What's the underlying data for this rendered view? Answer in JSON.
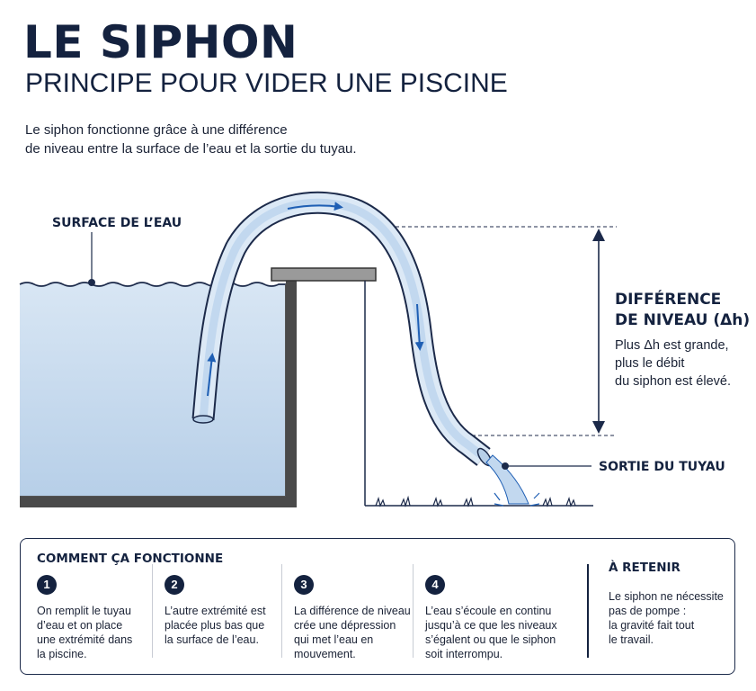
{
  "header": {
    "title": "LE SIPHON",
    "subtitle": "PRINCIPE POUR VIDER UNE PISCINE",
    "intro_lines": [
      "Le siphon fonctionne grâce à une différence",
      "de niveau entre la surface de l’eau et la sortie du tuyau."
    ]
  },
  "diagram": {
    "surface_label": "SURFACE DE L’EAU",
    "outlet_label": "SORTIE DU TUYAU",
    "difference": {
      "title_lines": [
        "DIFFÉRENCE",
        "DE NIVEAU (Δh)"
      ],
      "desc_lines": [
        "Plus Δh est grande,",
        "plus le débit",
        "du siphon est élevé."
      ]
    },
    "colors": {
      "water": "#c6d9ee",
      "pipe_fill": "#dce9f6",
      "arrow": "#1f5fb4",
      "outline": "#1c2a4a",
      "wall": "#555555"
    }
  },
  "how_it_works": {
    "title": "COMMENT ÇA FONCTIONNE",
    "steps": [
      {
        "number": "1",
        "lines": [
          "On remplit le tuyau",
          "d’eau et on place",
          "une extrémité dans",
          "la piscine."
        ]
      },
      {
        "number": "2",
        "lines": [
          "L’autre extrémité est",
          "placée plus bas que",
          "la surface de l’eau."
        ]
      },
      {
        "number": "3",
        "lines": [
          "La différence de niveau",
          "crée une dépression",
          "qui met l’eau en",
          "mouvement."
        ]
      },
      {
        "number": "4",
        "lines": [
          "L’eau s’écoule en continu",
          "jusqu’à ce que les niveaux",
          "s’égalent ou que le siphon",
          "soit interrompu."
        ]
      }
    ]
  },
  "retain": {
    "title": "À RETENIR",
    "lines": [
      "Le siphon ne nécessite",
      "pas de pompe :",
      "la gravité fait tout",
      "le travail."
    ]
  }
}
